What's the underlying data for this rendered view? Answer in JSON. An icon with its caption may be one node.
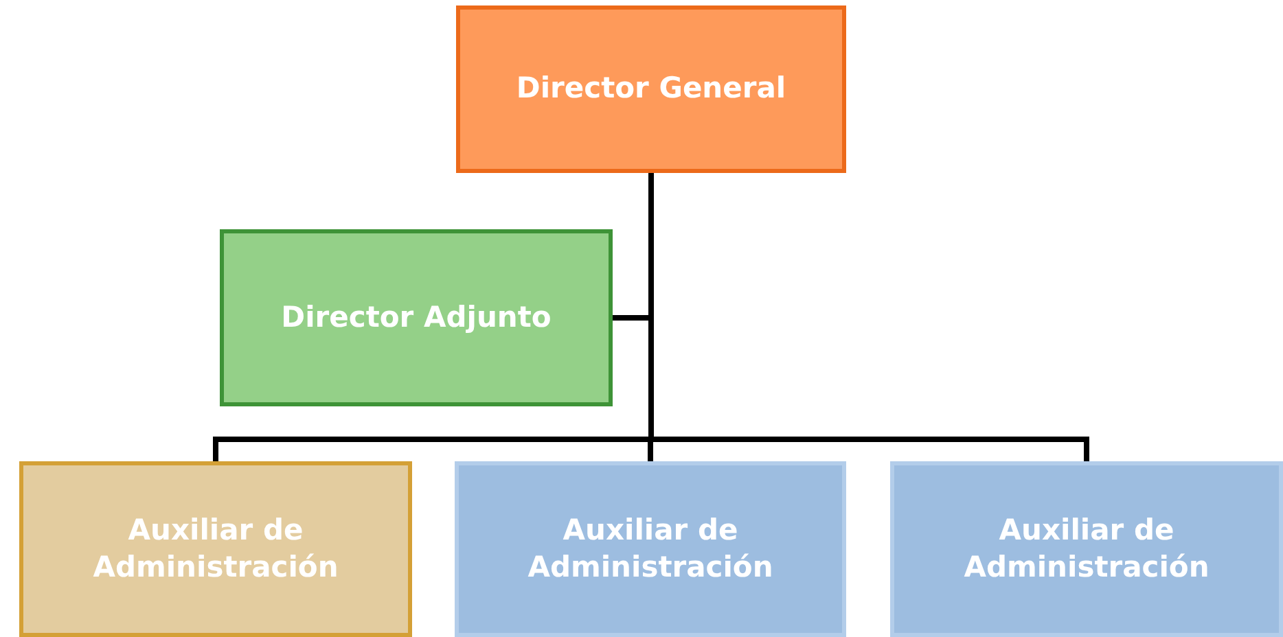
{
  "diagram": {
    "nodes": [
      {
        "text": [
          "Director General"
        ]
      },
      {
        "text": [
          "Director Adjunto"
        ]
      },
      {
        "text": [
          "Auxiliar de Administración"
        ]
      },
      {
        "text": [
          "Auxiliar de Administración"
        ]
      },
      {
        "text": [
          "Auxiliar de Administración"
        ]
      }
    ],
    "edges": [
      {
        "from": 0,
        "to": 1,
        "arrow": "none"
      },
      {
        "from": 0,
        "to": 2,
        "arrow": "none"
      },
      {
        "from": 0,
        "to": 3,
        "arrow": "none"
      },
      {
        "from": 0,
        "to": 4,
        "arrow": "none"
      }
    ]
  }
}
